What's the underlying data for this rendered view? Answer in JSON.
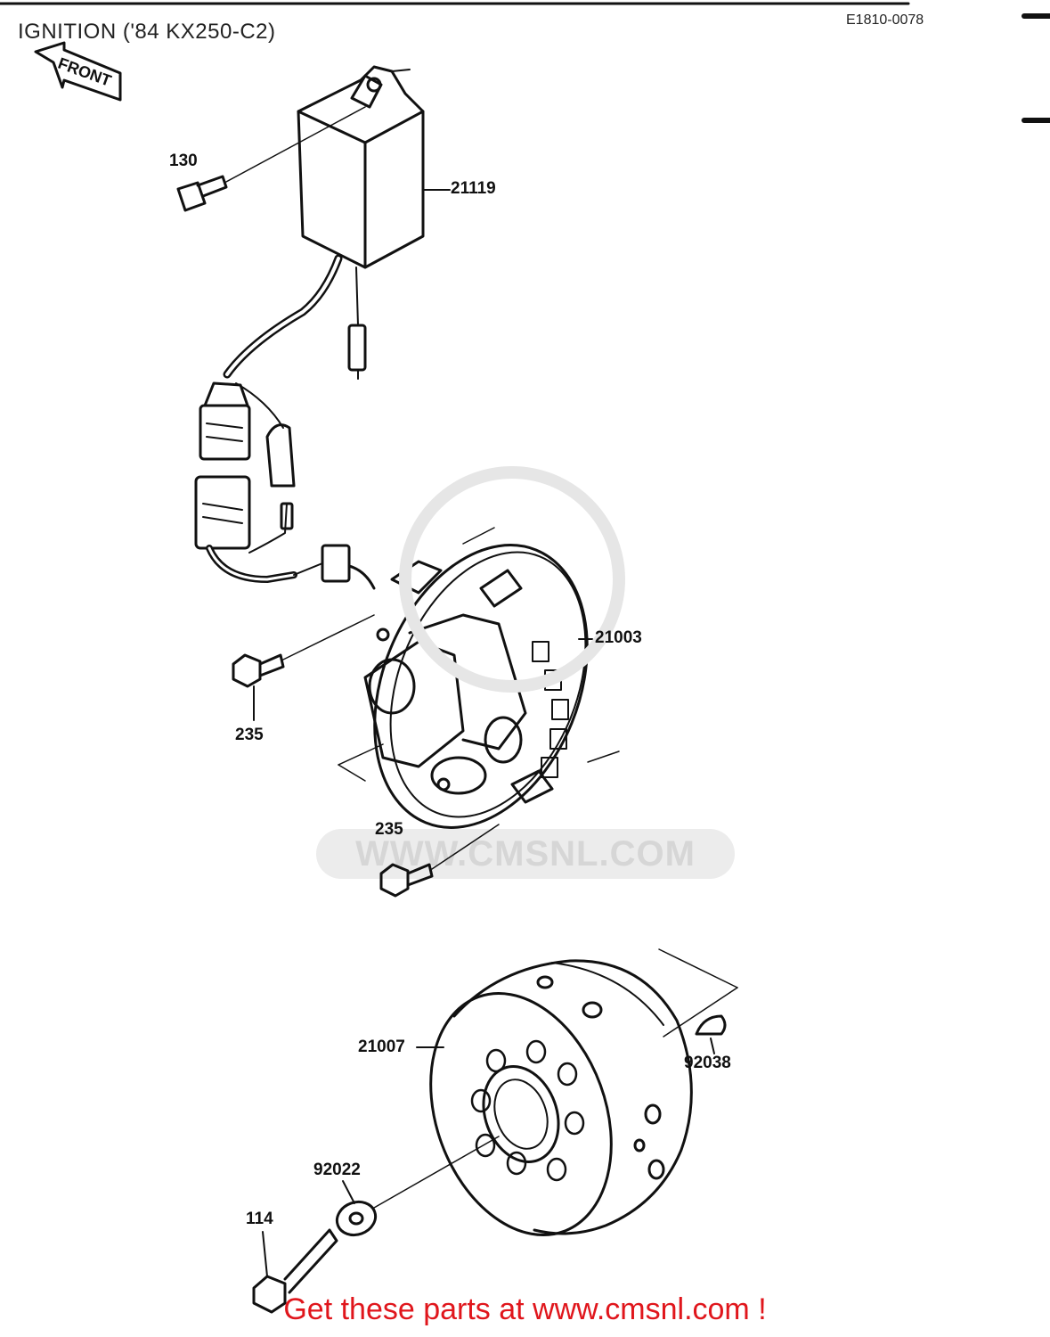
{
  "diagram": {
    "title": "IGNITION ('84 KX250-C2)",
    "code": "E1810-0078",
    "front_arrow": "FRONT",
    "watermark": "WWW.CMSNL.COM",
    "parts": [
      {
        "id": "p130",
        "label": "130"
      },
      {
        "id": "p21119",
        "label": "21119"
      },
      {
        "id": "p21003",
        "label": "21003"
      },
      {
        "id": "p235a",
        "label": "235"
      },
      {
        "id": "p235b",
        "label": "235"
      },
      {
        "id": "p21007",
        "label": "21007"
      },
      {
        "id": "p92038",
        "label": "92038"
      },
      {
        "id": "p92022",
        "label": "92022"
      },
      {
        "id": "p114",
        "label": "114"
      }
    ]
  },
  "footer": {
    "promo": "Get these parts at www.cmsnl.com !"
  },
  "colors": {
    "promo": "#e0161c",
    "line": "#111111"
  }
}
